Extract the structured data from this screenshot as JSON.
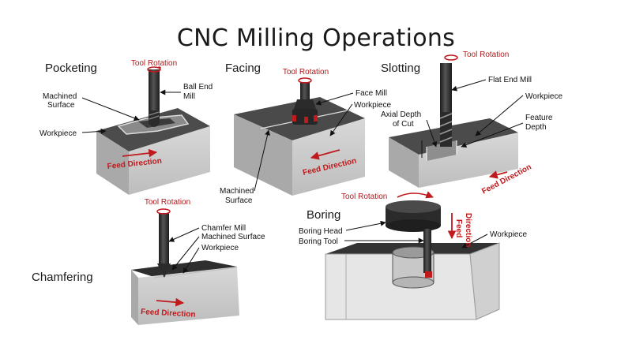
{
  "title": "CNC Milling Operations",
  "colors": {
    "accent_red": "#c01a1d",
    "tool_dark": "#2b2b2b",
    "block_front": "#cfcfcf",
    "block_side": "#b4b4b4",
    "block_top": "#4a4a4a"
  },
  "pocketing": {
    "name": "Pocketing",
    "tool_rotation": "Tool Rotation",
    "ball_end_mill": [
      "Ball End",
      "Mill"
    ],
    "machined_surface": [
      "Machined",
      "Surface"
    ],
    "workpiece": "Workpiece",
    "feed_direction": "Feed Direction"
  },
  "facing": {
    "name": "Facing",
    "tool_rotation": "Tool Rotation",
    "face_mill": "Face Mill",
    "workpiece": "Workpiece",
    "machined_surface": [
      "Machined",
      "Surface"
    ],
    "feed_direction": "Feed Direction"
  },
  "slotting": {
    "name": "Slotting",
    "tool_rotation": "Tool Rotation",
    "flat_end_mill": "Flat End Mill",
    "workpiece": "Workpiece",
    "axial_depth": [
      "Axial Depth",
      "of Cut"
    ],
    "feature_depth": [
      "Feature",
      "Depth"
    ],
    "feed_direction": "Feed Direction"
  },
  "chamfering": {
    "name": "Chamfering",
    "tool_rotation": "Tool Rotation",
    "chamfer_mill": "Chamfer Mill",
    "machined_surface": "Machined Surface",
    "workpiece": "Workpiece",
    "feed_direction": "Feed Direction"
  },
  "boring": {
    "name": "Boring",
    "tool_rotation": "Tool Rotation",
    "boring_head": "Boring Head",
    "boring_tool": "Boring Tool",
    "workpiece": "Workpiece",
    "feed_direction": [
      "Feed",
      "Direction"
    ]
  }
}
